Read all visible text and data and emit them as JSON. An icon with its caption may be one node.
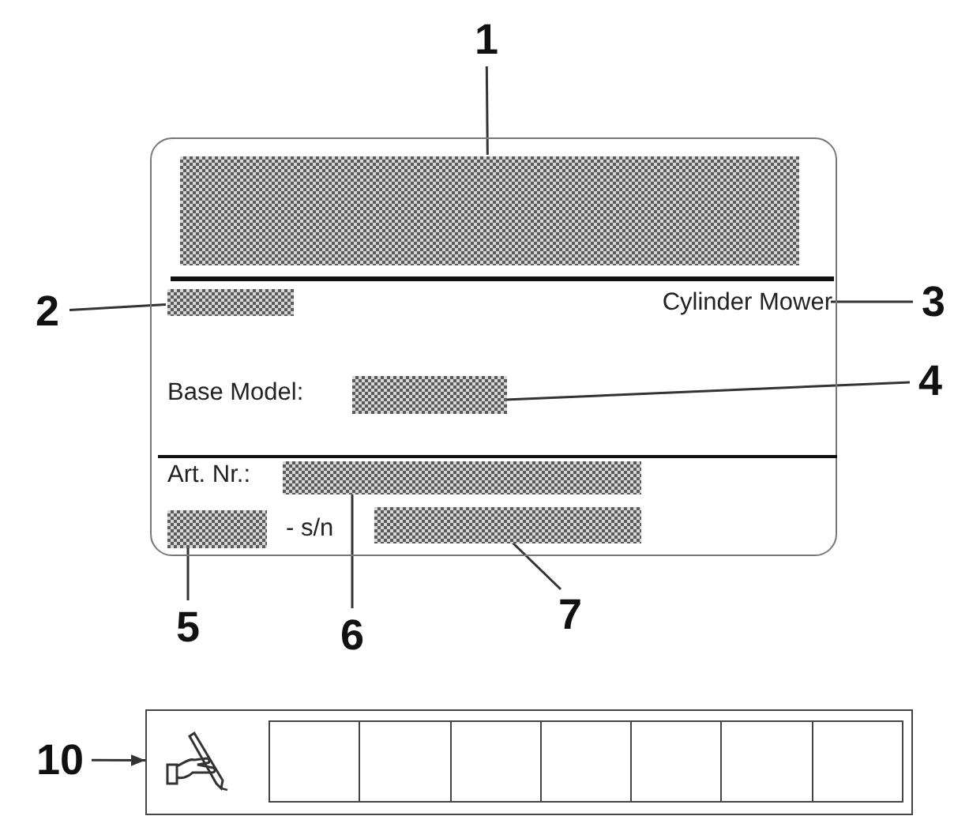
{
  "diagram": {
    "nodes": [
      {
        "text": [
          "1"
        ]
      },
      {
        "text": [
          "Base Model:",
          "Art. Nr.:",
          "- s/n"
        ]
      },
      {
        "text": [],
        "shape": "box",
        "in": 1
      },
      {
        "text": [
          "2"
        ]
      },
      {
        "text": [],
        "shape": "box",
        "in": 1
      },
      {
        "text": [
          "Cylinder Mower"
        ],
        "in": 1
      },
      {
        "text": [
          "3"
        ]
      },
      {
        "text": [],
        "shape": "box",
        "in": 1
      },
      {
        "text": [
          "4"
        ]
      },
      {
        "text": [],
        "shape": "box",
        "in": 1
      },
      {
        "text": [],
        "shape": "box",
        "in": 1
      },
      {
        "text": [],
        "shape": "box",
        "in": 1
      },
      {
        "text": [
          "5"
        ]
      },
      {
        "text": [
          "6"
        ]
      },
      {
        "text": [
          "7"
        ]
      },
      {
        "text": [
          "10"
        ]
      },
      {
        "text": [],
        "shape": "box"
      }
    ],
    "edges": [
      {
        "from": 0,
        "to": 2,
        "arrow": "none"
      },
      {
        "from": 3,
        "to": 4,
        "arrow": "none"
      },
      {
        "from": 6,
        "to": 5,
        "arrow": "none"
      },
      {
        "from": 8,
        "to": 7,
        "arrow": "none"
      },
      {
        "from": 12,
        "to": 10,
        "arrow": "none"
      },
      {
        "from": 13,
        "to": 9,
        "arrow": "none"
      },
      {
        "from": 14,
        "to": 11,
        "arrow": "none"
      },
      {
        "from": 15,
        "to": 16,
        "arrow": "to"
      }
    ]
  }
}
